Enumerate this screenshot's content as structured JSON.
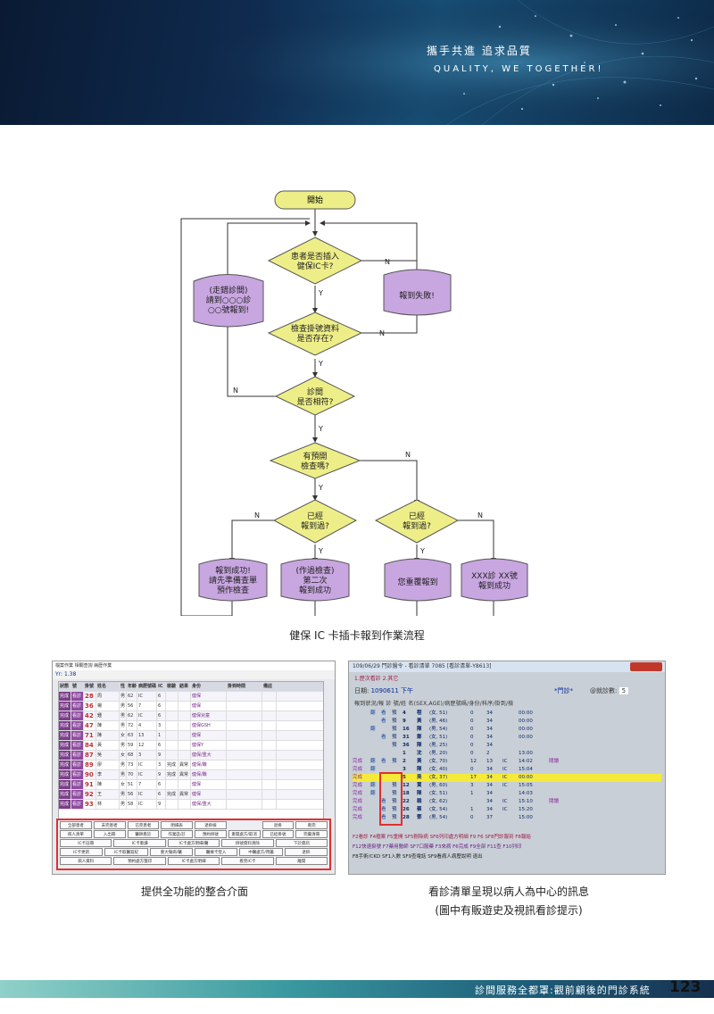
{
  "header": {
    "slogan_zh": "攜手共進 追求品質",
    "slogan_en": "QUALITY, WE TOGETHER!"
  },
  "flowchart": {
    "start": "開始",
    "q1": [
      "患者是否插入",
      "健保IC卡?"
    ],
    "q2": [
      "檢查掛號資料",
      "是否存在?"
    ],
    "q3": [
      "診間",
      "是否相符?"
    ],
    "q4": [
      "有預開",
      "檢查嗎?"
    ],
    "q5": "已經\n報到過?",
    "q6": "已經\n報到過?",
    "fail": "報到失敗!",
    "wrong_room": [
      "(走錯診間)",
      "請到○○○診",
      "○○號報到!"
    ],
    "r1": [
      "報到成功!",
      "請先準備查單",
      "預作檢查"
    ],
    "r2": [
      "(作過檢查)",
      "第二次",
      "報到成功"
    ],
    "r3": "您重覆報到",
    "r4": [
      "XXX診 XX號",
      "報到成功"
    ],
    "yes": "Y",
    "no": "N"
  },
  "captions": {
    "flow": "健保 IC 卡插卡報到作業流程",
    "left": "提供全功能的整合介面",
    "right_line1": "看診清單呈現以病人為中心的訊息",
    "right_line2": "(圖中有販遊史及視訊看診提示)"
  },
  "left_screen": {
    "menu": "檔案作業  相關查詢  病歷作業",
    "top": "Yr: 1.38",
    "headers": [
      "狀態",
      "號",
      "掛號",
      "姓名",
      "性",
      "年齡",
      "病歷號碼",
      "IC",
      "檢驗",
      "結果",
      "身份",
      "掛到時間",
      "備註"
    ],
    "rows": [
      [
        "完成",
        "看診",
        "28",
        "周",
        "男",
        "62",
        "IC",
        "6",
        "",
        "",
        "健保",
        "",
        ""
      ],
      [
        "完成",
        "看診",
        "36",
        "楊",
        "男",
        "56",
        "7",
        "6",
        "",
        "",
        "健保",
        "",
        ""
      ],
      [
        "完成",
        "看診",
        "42",
        "鍾",
        "男",
        "62",
        "IC",
        "6",
        "",
        "",
        "健保兒童",
        "",
        ""
      ],
      [
        "完成",
        "看診",
        "47",
        "陳",
        "男",
        "72",
        "4",
        "3",
        "",
        "",
        "健保GSH",
        "",
        ""
      ],
      [
        "完成",
        "看診",
        "71",
        "陳",
        "女",
        "63",
        "13",
        "1",
        "",
        "",
        "健保",
        "",
        ""
      ],
      [
        "完成",
        "看診",
        "84",
        "黃",
        "男",
        "59",
        "12",
        "6",
        "",
        "",
        "健保Y",
        "",
        ""
      ],
      [
        "完成",
        "看診",
        "87",
        "吳",
        "女",
        "68",
        "3",
        "9",
        "",
        "",
        "健保/重大",
        "",
        ""
      ],
      [
        "完成",
        "看診",
        "89",
        "廖",
        "男",
        "73",
        "IC",
        "3",
        "完成",
        "異常",
        "健保/職",
        "",
        ""
      ],
      [
        "完成",
        "看診",
        "90",
        "李",
        "男",
        "70",
        "IC",
        "9",
        "完成",
        "異常",
        "健保/職",
        "",
        ""
      ],
      [
        "完成",
        "看診",
        "91",
        "陳",
        "女",
        "51",
        "7",
        "6",
        "",
        "",
        "健保",
        "",
        ""
      ],
      [
        "完成",
        "看診",
        "92",
        "王",
        "男",
        "56",
        "IC",
        "6",
        "完成",
        "異常",
        "健保",
        "",
        ""
      ],
      [
        "完成",
        "看診",
        "93",
        "林",
        "男",
        "58",
        "IC",
        "9",
        "",
        "",
        "健保/重大",
        "",
        ""
      ]
    ],
    "buttons_row1": [
      "全部患者",
      "未完患者",
      "已完患者",
      "明細表",
      "退掛檢",
      "",
      "退掛",
      "看完"
    ],
    "buttons_row2": [
      "病人清單",
      "入出冊",
      "醫師看診",
      "作業區/診",
      "預約掛號",
      "重開處方/取消",
      "已結掛號",
      "完藥清冊"
    ],
    "buttons_row3": [
      "IC卡註冊",
      "IC卡重讀",
      "IC卡處方明細/醫",
      "掛號資料清除",
      "下診資訊"
    ],
    "buttons_row4": [
      "IC卡更新",
      "IC卡取醫寫紀",
      "重大傷病/醫",
      "醫療卡登入",
      "中醫處方/用藥",
      "退掛"
    ],
    "buttons_row5": [
      "病人資料",
      "預約處方箋印",
      "IC卡處方明細",
      "看完IC卡",
      "離開"
    ]
  },
  "right_screen": {
    "title": "109/06/29   門診醫令 - 看診清單 7085  [看診清單-Y8613]",
    "tabs": "1.歷次看診   2.其它",
    "date_label": "日期:",
    "date_value": "1090611 下午",
    "filter": "*門診*",
    "count_label": "@就診數:",
    "count_value": "5",
    "col_header": "報到狀況/報 診 號/姓      名(SEX,AGE)/病歷號碼/身份/科序/掛到/檢",
    "rows": [
      [
        "",
        "翻",
        "看",
        "預",
        "4",
        "程",
        "(女, 51)",
        "0",
        "34",
        "",
        "00:00",
        ""
      ],
      [
        "",
        "",
        "看",
        "預",
        "9",
        "黃",
        "(男, 46)",
        "0",
        "34",
        "",
        "00:00",
        ""
      ],
      [
        "",
        "翻",
        "",
        "預",
        "16",
        "陳",
        "(男, 54)",
        "0",
        "34",
        "",
        "00:00",
        ""
      ],
      [
        "",
        "",
        "看",
        "預",
        "31",
        "鄭",
        "(女, 51)",
        "0",
        "34",
        "",
        "00:00",
        ""
      ],
      [
        "",
        "",
        "",
        "預",
        "36",
        "陳",
        "(男, 25)",
        "0",
        "34",
        "",
        "",
        ""
      ],
      [
        "",
        "",
        "",
        "",
        "1",
        "沈",
        "(男, 20)",
        "0",
        "2",
        "",
        "13:00",
        ""
      ],
      [
        "完成",
        "翻",
        "看",
        "預",
        "2",
        "黃",
        "(女, 70)",
        "12",
        "13",
        "IC",
        "14:02",
        "閱讀"
      ],
      [
        "完成",
        "翻",
        "",
        "",
        "3",
        "陳",
        "(女, 40)",
        "0",
        "34",
        "IC",
        "15:04",
        ""
      ],
      [
        "完成",
        "",
        "",
        "",
        "5",
        "吳",
        "(女, 37)",
        "17",
        "34",
        "IC",
        "00:00",
        ""
      ],
      [
        "完成",
        "翻",
        "",
        "預",
        "12",
        "賈",
        "(男, 60)",
        "3",
        "34",
        "IC",
        "15:05",
        ""
      ],
      [
        "完成",
        "翻",
        "",
        "預",
        "18",
        "陳",
        "(女, 51)",
        "1",
        "34",
        "",
        "14:03",
        ""
      ],
      [
        "完成",
        "",
        "看",
        "預",
        "22",
        "賴",
        "(女, 62)",
        "",
        "34",
        "IC",
        "15:10",
        "閱讀"
      ],
      [
        "完成",
        "",
        "看",
        "預",
        "26",
        "蔡",
        "(女, 54)",
        "1",
        "34",
        "IC",
        "15:20",
        ""
      ],
      [
        "完成",
        "",
        "看",
        "預",
        "28",
        "鄧",
        "(男, 54)",
        "0",
        "37",
        "",
        "15:00",
        ""
      ]
    ],
    "footer1": "F2看診  F4檔案  F5重開  SF5刪除病 SF6列印處方明細  F9 F6  SF8門診報到  F8報給",
    "footer2": "F12快速掛號  F7藥用醫師  SF7口服藥  F3來病 F6完成 F9全部 F11查 F10列印",
    "footer3": "F8手術/CKD  SF1入數  SF9查電話  SF9看病人病歷說明  退出"
  },
  "footer": {
    "text": "診間服務全都罩:觀前顧後的門診系統",
    "page": "123"
  }
}
